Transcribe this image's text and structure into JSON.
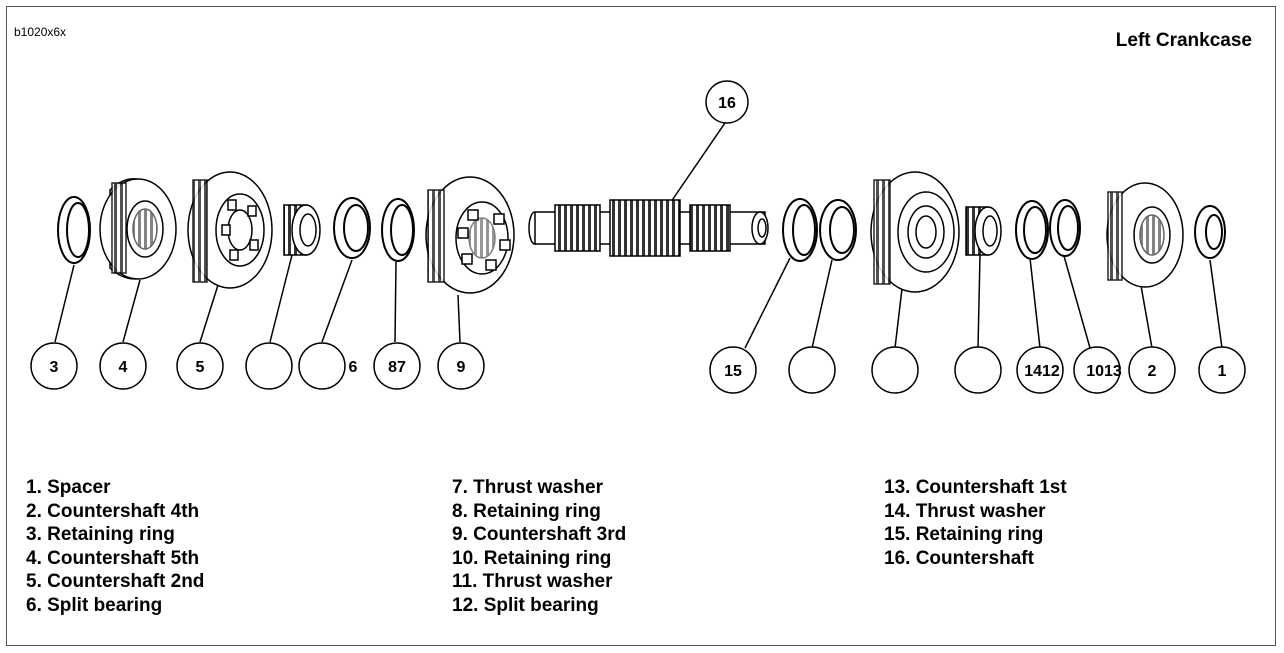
{
  "drawing_code": "b1020x6x",
  "title": "Left Crankcase",
  "legend": {
    "col1": [
      "1. Spacer",
      "2. Countershaft 4th",
      "3. Retaining ring",
      "4. Countershaft 5th",
      "5. Countershaft 2nd",
      "6. Split bearing"
    ],
    "col2": [
      "7. Thrust washer",
      "8. Retaining ring",
      "9. Countershaft 3rd",
      "10.  Retaining ring",
      "11.  Thrust washer",
      "12.  Split bearing"
    ],
    "col3": [
      "13.  Countershaft 1st",
      "14.  Thrust washer",
      "15.  Retaining ring",
      "16.  Countershaft"
    ]
  },
  "callouts": {
    "c16": "16",
    "c3": "3",
    "c4": "4",
    "c5": "5",
    "c6": "6",
    "c87": "87",
    "c9": "9",
    "c15": "15",
    "c1412": "1412",
    "c1013": "1013",
    "c2": "2",
    "c1": "1"
  }
}
